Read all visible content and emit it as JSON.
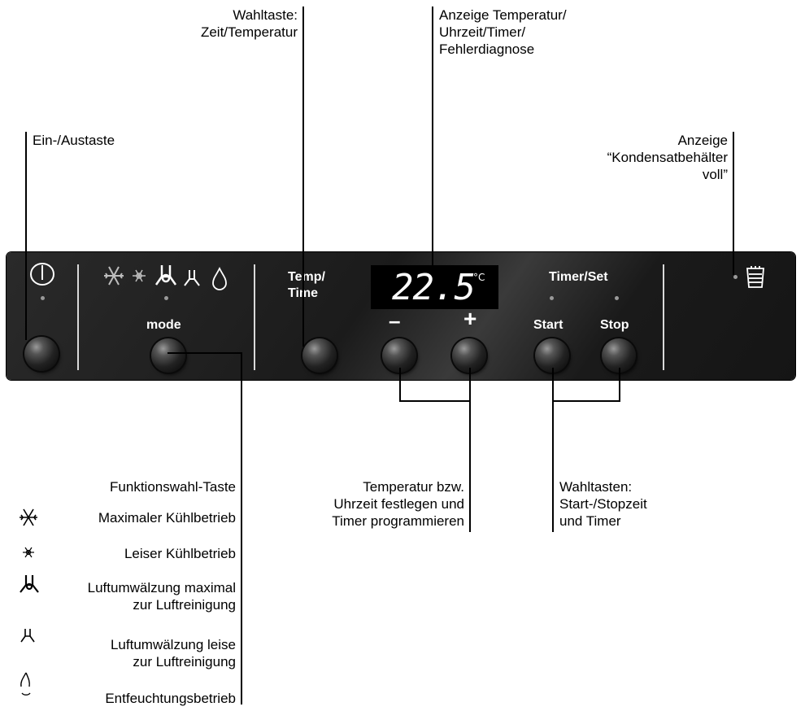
{
  "labels": {
    "wahltaste": "Wahltaste:\nZeit/Temperatur",
    "anzeige_temp": "Anzeige Temperatur/\nUhrzeit/Timer/\nFehlerdiagnose",
    "ein_aus": "Ein-/Austaste",
    "anzeige_kondens": "Anzeige\n“Kondensatbehälter\nvoll”",
    "funktionswahl": "Funktionswahl-Taste",
    "temp_festlegen": "Temperatur bzw.\nUhrzeit festlegen und\nTimer programmieren",
    "wahltasten_start": "Wahltasten:\nStart-/Stopzeit\nund Timer"
  },
  "modes": [
    {
      "icon": "snowflake-large-icon",
      "label": "Maximaler Kühlbetrieb"
    },
    {
      "icon": "snowflake-small-icon",
      "label": "Leiser Kühlbetrieb"
    },
    {
      "icon": "fan-large-icon",
      "label": "Luftumwälzung maximal\nzur Luftreinigung"
    },
    {
      "icon": "fan-small-icon",
      "label": "Luftumwälzung leise\nzur Luftreinigung"
    },
    {
      "icon": "droplet-icon",
      "label": "Entfeuchtungsbetrieb"
    }
  ],
  "panel": {
    "mode_label": "mode",
    "temp_time_label": "Temp/\nTime",
    "timer_set_label": "Timer/Set",
    "minus_label": "–",
    "plus_label": "+",
    "start_label": "Start",
    "stop_label": "Stop",
    "display_value": "22.5",
    "display_unit": "°C"
  },
  "colors": {
    "panel": "#1e1e1e",
    "panel_text": "#ffffff",
    "indicator": "#9a9a9a"
  }
}
